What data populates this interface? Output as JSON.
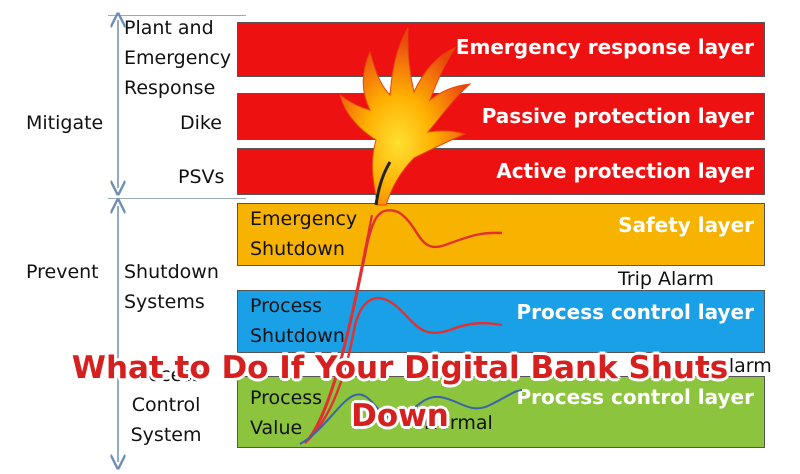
{
  "left_labels": {
    "mitigate": "Mitigate",
    "prevent": "Prevent",
    "plant_emergency": [
      "Plant and",
      "Emergency",
      "Response"
    ],
    "dike": "Dike",
    "psvs": "PSVs",
    "shutdown_systems": [
      "Shutdown",
      "Systems"
    ],
    "process_control_system": [
      "Process",
      "Control",
      "System"
    ]
  },
  "layers": {
    "emergency_response": {
      "label": "Emergency response layer",
      "color": "#ee1111"
    },
    "passive_protection": {
      "label": "Passive protection layer",
      "color": "#ee1111"
    },
    "active_protection": {
      "label": "Active protection layer",
      "color": "#ee1111"
    },
    "safety": {
      "label": "Safety layer",
      "color": "#f7b300",
      "inner": [
        "Emergency",
        "Shutdown"
      ]
    },
    "process_control_1": {
      "label": "Process control layer",
      "color": "#1aa0e6",
      "inner": [
        "Process",
        "Shutdown"
      ]
    },
    "process_control_2": {
      "label": "Process control layer",
      "color": "#8cc43d",
      "inner": [
        "Process",
        "Value"
      ]
    }
  },
  "annotations": {
    "trip_alarm": "Trip Alarm",
    "process_alarm_partial": "ss Alarm",
    "normal": "Normal"
  },
  "overlay": {
    "line1": "What to Do If Your Digital Bank Shuts",
    "line2": "Down"
  },
  "colors": {
    "arrow": "#6d8db5",
    "curve_red": "#e03131",
    "curve_blue": "#3a64a8",
    "flame_orange": "#f27a0c",
    "flame_yellow": "#ffd21a"
  }
}
